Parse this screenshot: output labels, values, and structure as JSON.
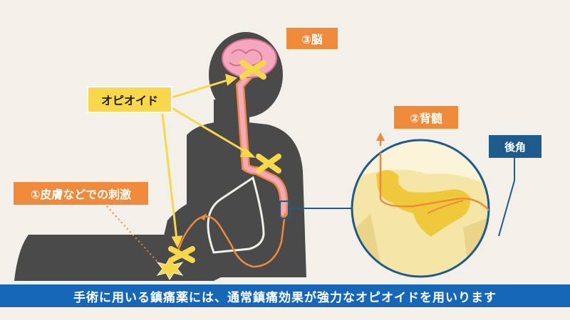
{
  "labels": {
    "brain": "③脳",
    "spinal_cord": "②背髄",
    "dorsal_horn": "後角",
    "opioid": "オピオイド",
    "skin_stimulus": "①皮膚などでの刺激"
  },
  "caption": "手術に用いる鎮痛薬には、通常鎮痛効果が強力なオピオイドを用いります",
  "colors": {
    "background": "#f2f0e9",
    "silhouette": "#4a4a4a",
    "orange": "#ef8a3a",
    "yellow": "#f8d84a",
    "blue": "#1767b8",
    "dark_blue": "#1f5a8c",
    "brain_pink": "#f4a8bf"
  }
}
